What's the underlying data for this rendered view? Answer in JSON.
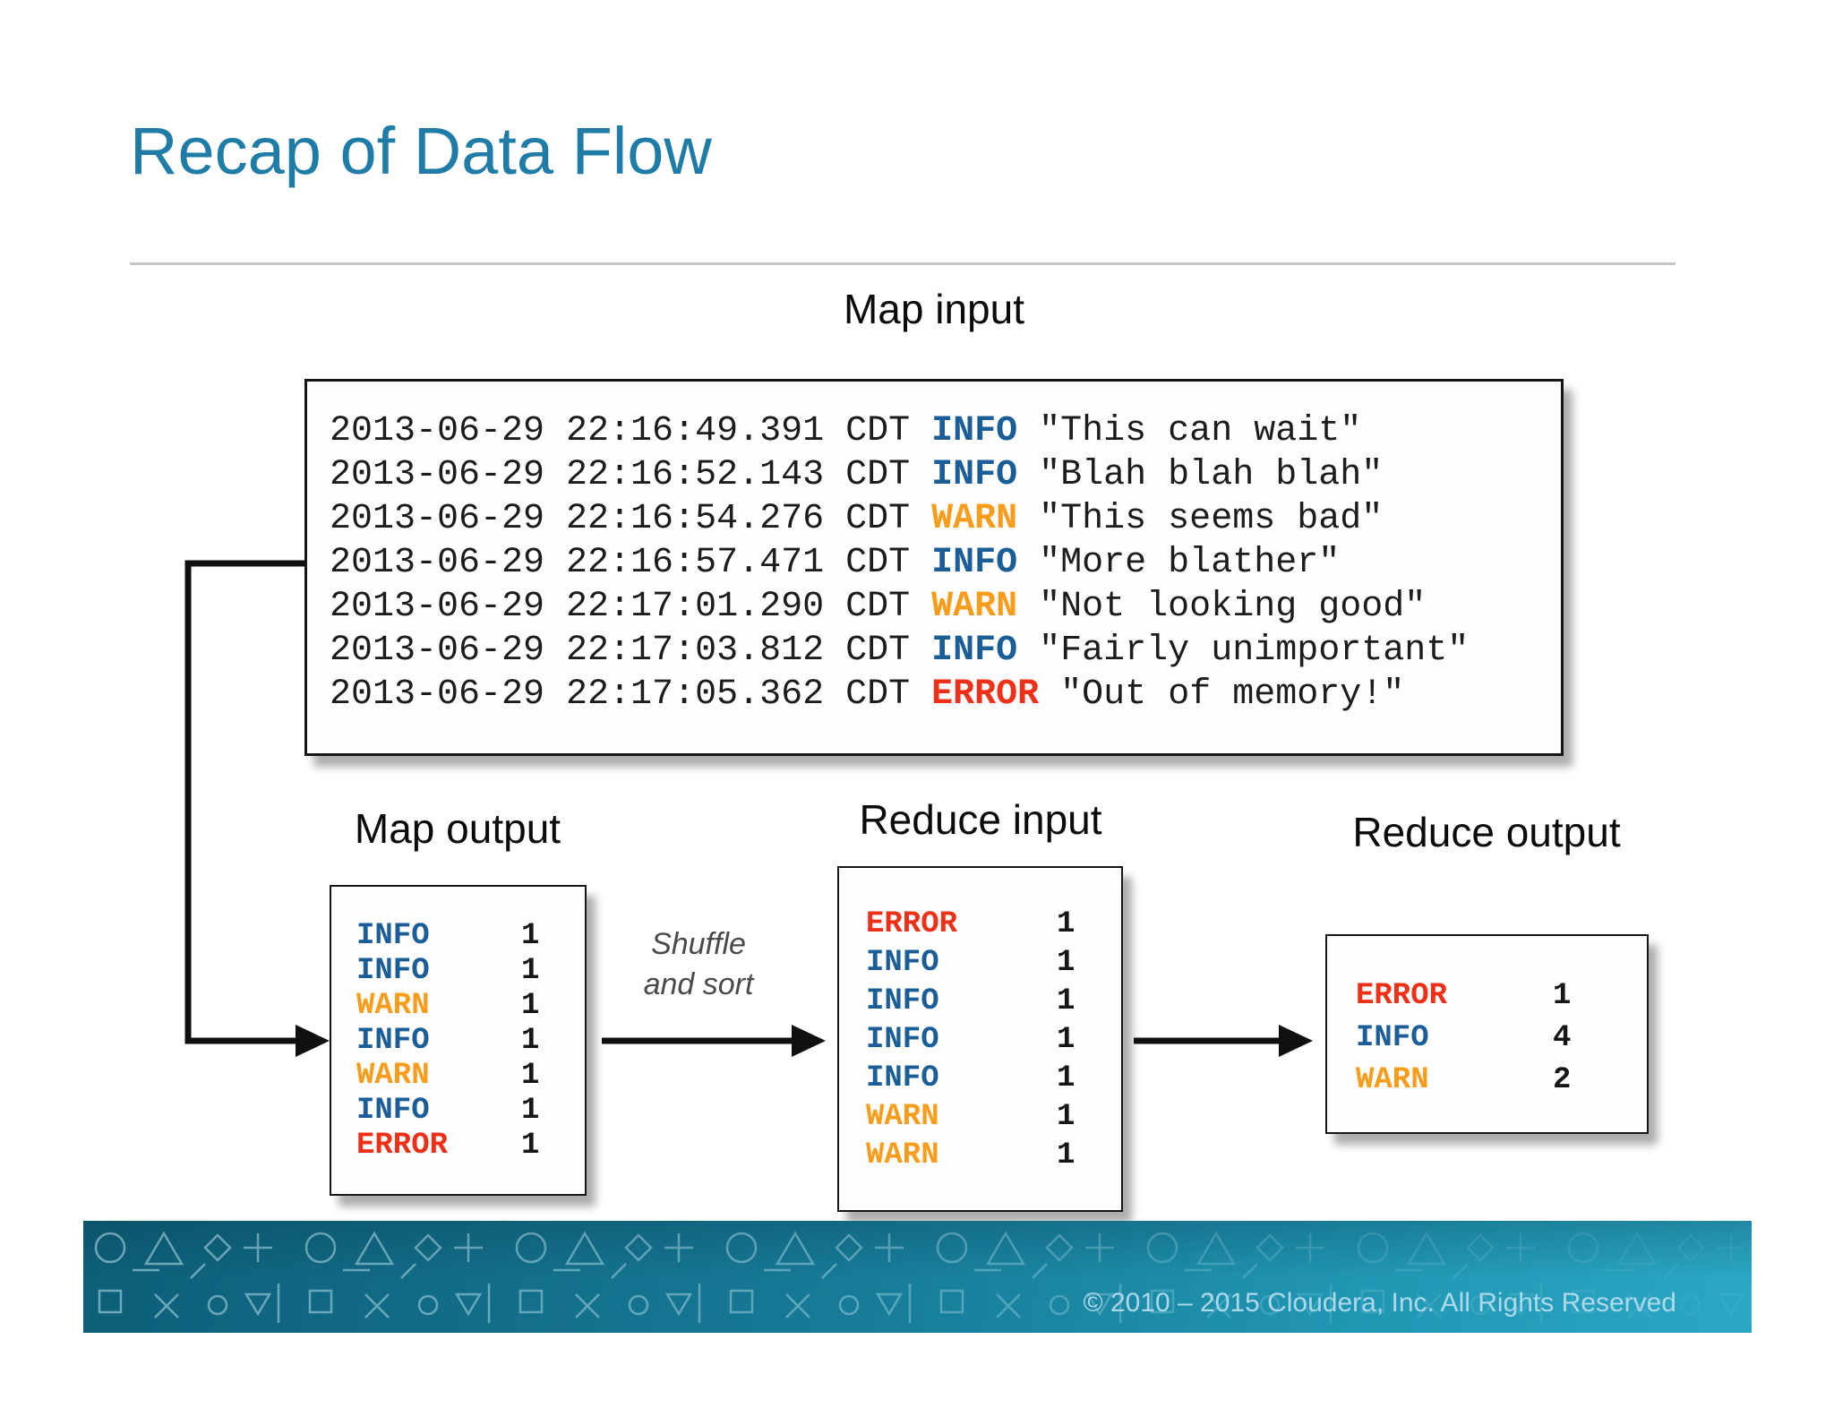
{
  "slide": {
    "title": "Recap of Data Flow"
  },
  "colors": {
    "title_text": "#1E7CA6",
    "level_info": "#1B5E97",
    "level_warn": "#F89C1C",
    "level_error": "#EE3018",
    "body_text": "#1C1C1C",
    "shuffle_text": "#4A4A4A",
    "footer_band_dark": "#0D5E78",
    "footer_band_light": "#2BA7C4",
    "footer_text": "#ABD9E9"
  },
  "map_input": {
    "label": "Map input",
    "lines": [
      {
        "timestamp": "2013-06-29 22:16:49.391 CDT",
        "level": "INFO",
        "message": "\"This can wait\""
      },
      {
        "timestamp": "2013-06-29 22:16:52.143 CDT",
        "level": "INFO",
        "message": "\"Blah blah blah\""
      },
      {
        "timestamp": "2013-06-29 22:16:54.276 CDT",
        "level": "WARN",
        "message": "\"This seems bad\""
      },
      {
        "timestamp": "2013-06-29 22:16:57.471 CDT",
        "level": "INFO",
        "message": "\"More blather\""
      },
      {
        "timestamp": "2013-06-29 22:17:01.290 CDT",
        "level": "WARN",
        "message": "\"Not looking good\""
      },
      {
        "timestamp": "2013-06-29 22:17:03.812 CDT",
        "level": "INFO",
        "message": "\"Fairly unimportant\""
      },
      {
        "timestamp": "2013-06-29 22:17:05.362 CDT",
        "level": "ERROR",
        "message": "\"Out of memory!\""
      }
    ]
  },
  "map_output": {
    "label": "Map output",
    "rows": [
      {
        "key": "INFO",
        "value": "1"
      },
      {
        "key": "INFO",
        "value": "1"
      },
      {
        "key": "WARN",
        "value": "1"
      },
      {
        "key": "INFO",
        "value": "1"
      },
      {
        "key": "WARN",
        "value": "1"
      },
      {
        "key": "INFO",
        "value": "1"
      },
      {
        "key": "ERROR",
        "value": "1"
      }
    ]
  },
  "shuffle": {
    "line1": "Shuffle",
    "line2": "and sort"
  },
  "reduce_input": {
    "label": "Reduce input",
    "rows": [
      {
        "key": "ERROR",
        "value": "1"
      },
      {
        "key": "INFO",
        "value": "1"
      },
      {
        "key": "INFO",
        "value": "1"
      },
      {
        "key": "INFO",
        "value": "1"
      },
      {
        "key": "INFO",
        "value": "1"
      },
      {
        "key": "WARN",
        "value": "1"
      },
      {
        "key": "WARN",
        "value": "1"
      }
    ]
  },
  "reduce_output": {
    "label": "Reduce output",
    "rows": [
      {
        "key": "ERROR",
        "value": "1"
      },
      {
        "key": "INFO",
        "value": "4"
      },
      {
        "key": "WARN",
        "value": "2"
      }
    ]
  },
  "footer": {
    "copyright": "© 2010 – 2015 Cloudera, Inc. All Rights Reserved"
  }
}
